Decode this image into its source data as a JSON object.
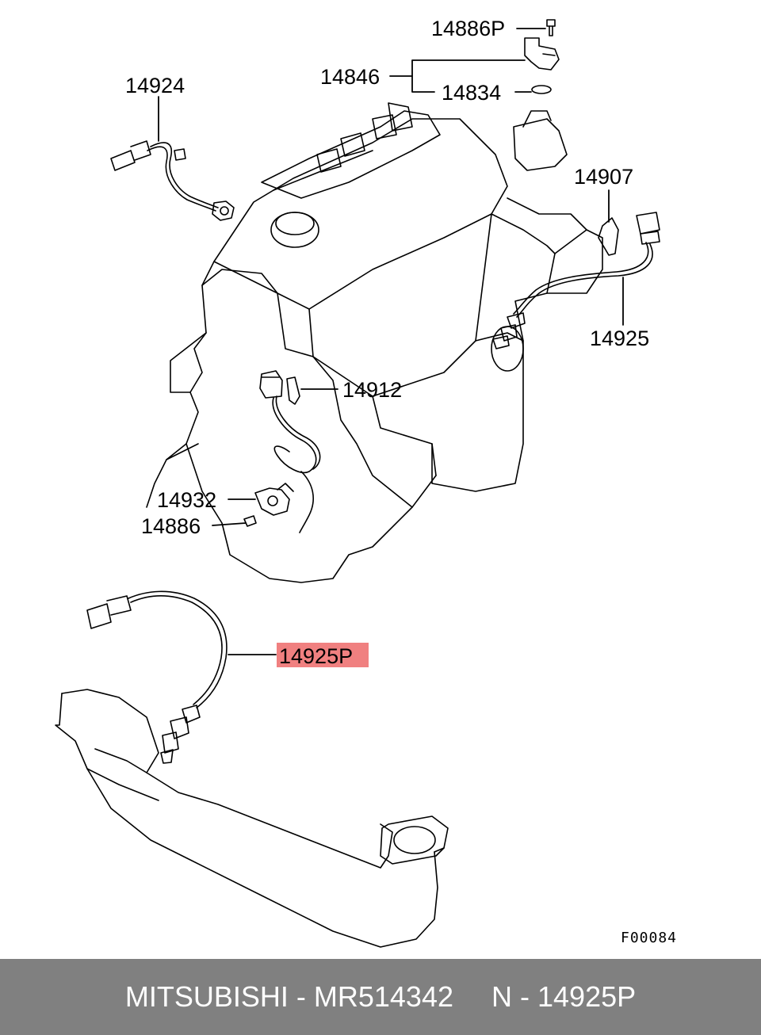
{
  "labels": {
    "p14886P": "14886P",
    "p14846": "14846",
    "p14834": "14834",
    "p14924": "14924",
    "p14907": "14907",
    "p14925": "14925",
    "p14912": "14912",
    "p14932": "14932",
    "p14886": "14886",
    "p14925P": "14925P"
  },
  "highlight_color": "#f08080",
  "figure_code": "F00084",
  "caption": {
    "brand": "MITSUBISHI",
    "separator": " - ",
    "part_number": "MR514342",
    "ref_prefix": "N - ",
    "ref": "14925P"
  }
}
